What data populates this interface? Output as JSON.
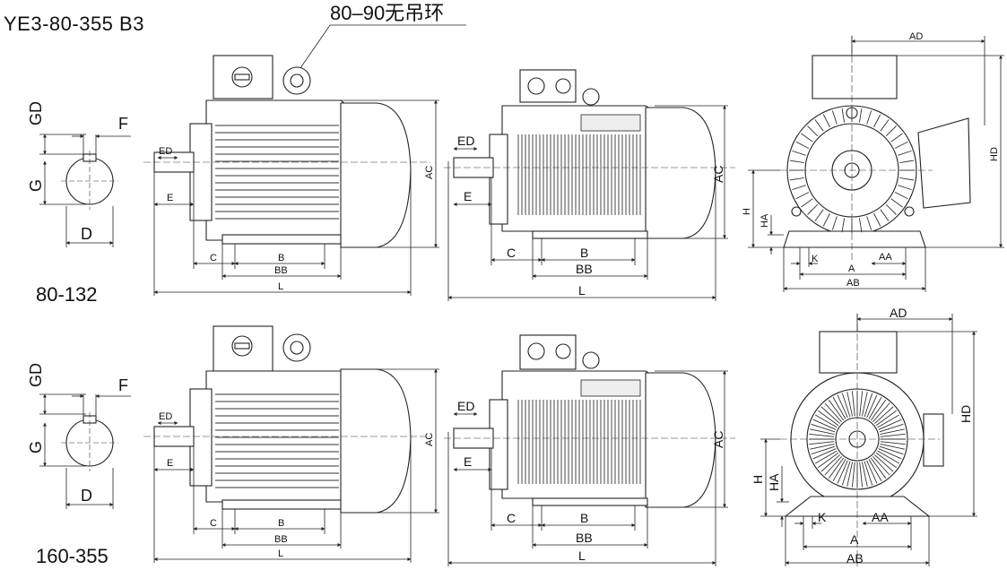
{
  "title": "YE3-80-355 B3",
  "note": "80–90无吊环",
  "rows": [
    {
      "label": "80-132"
    },
    {
      "label": "160-355"
    }
  ],
  "shaft_labels": {
    "GD": "GD",
    "F": "F",
    "G": "G",
    "D": "D"
  },
  "side_labels": {
    "ED": "ED",
    "E": "E",
    "C": "C",
    "B": "B",
    "BB": "BB",
    "L": "L",
    "AC": "AC"
  },
  "front_labels": {
    "AD": "AD",
    "HD": "HD",
    "H": "H",
    "HA": "HA",
    "K": "K",
    "A": "A",
    "AA": "AA",
    "AB": "AB"
  }
}
